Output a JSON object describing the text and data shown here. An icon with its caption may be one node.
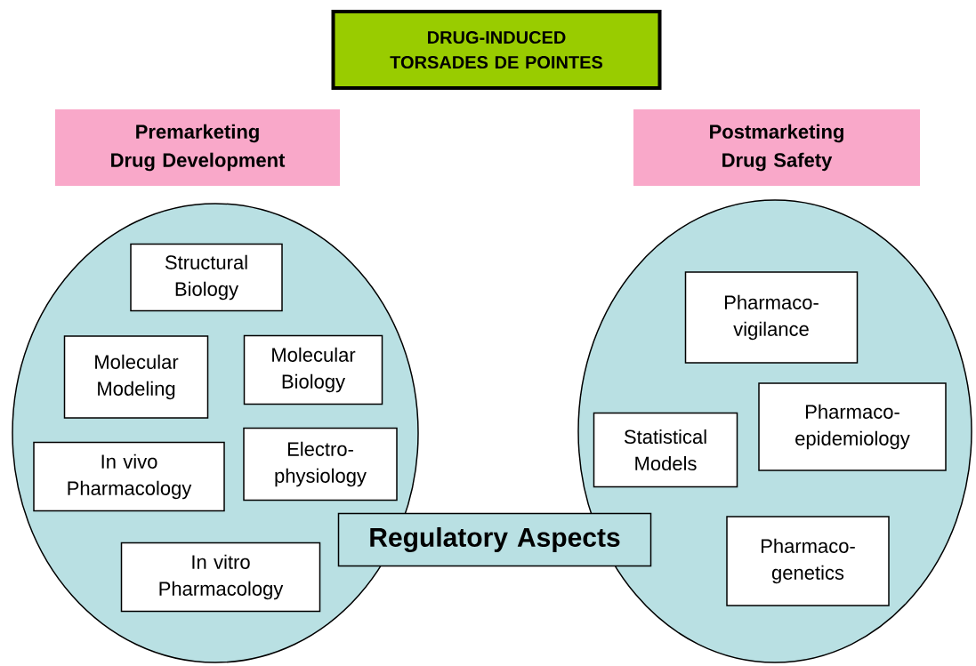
{
  "diagram": {
    "nodes": [
      {
        "text": [
          "DRUG-INDUCED TORSADES DE POINTES"
        ]
      },
      {
        "text": [
          "Premarketing Drug Development"
        ]
      },
      {
        "text": [
          "Postmarketing Drug Safety"
        ]
      },
      {
        "text": [],
        "shape": "ellipse"
      },
      {
        "text": [
          "Structural Biology"
        ],
        "in": 3
      },
      {
        "text": [
          "Molecular Modeling"
        ],
        "in": 3
      },
      {
        "text": [
          "Molecular Biology"
        ],
        "in": 3
      },
      {
        "text": [
          "In vivo Pharmacology"
        ],
        "in": 3
      },
      {
        "text": [
          "Electro- physiology"
        ],
        "in": 3
      },
      {
        "text": [
          "In vitro Pharmacology"
        ],
        "in": 3
      },
      {
        "text": [],
        "shape": "ellipse"
      },
      {
        "text": [
          "Pharmaco- vigilance"
        ],
        "in": 10
      },
      {
        "text": [
          "Statistical Models"
        ],
        "in": 10
      },
      {
        "text": [
          "Pharmaco- epidemiology"
        ],
        "in": 10
      },
      {
        "text": [
          "Pharmaco- genetics"
        ],
        "in": 10
      },
      {
        "text": [
          "Regulatory Aspects"
        ]
      }
    ]
  }
}
